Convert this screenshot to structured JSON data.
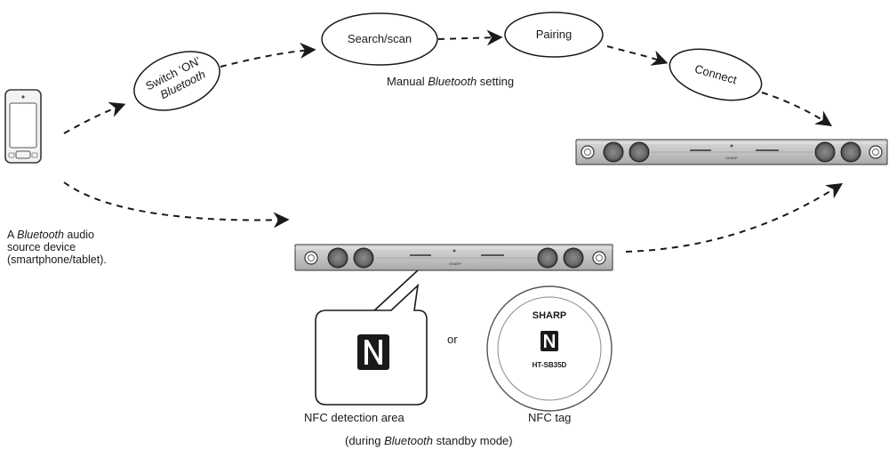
{
  "flow": {
    "steps": [
      {
        "line1": "Switch ‘ON’",
        "line2": "Bluetooth"
      },
      {
        "label": "Search/scan"
      },
      {
        "label": "Pairing"
      },
      {
        "label": "Connect"
      }
    ],
    "manual_caption": {
      "pre": "Manual ",
      "italic": "Bluetooth",
      "post": " setting"
    }
  },
  "source_device": {
    "line1_pre": "A ",
    "line1_italic": "Bluetooth",
    "line1_post": " audio",
    "line2": "source device",
    "line3": "(smartphone/tablet)."
  },
  "soundbar": {
    "brand": "SHARP"
  },
  "nfc": {
    "detection_label": "NFC detection area",
    "or_text": "or",
    "tag_label": "NFC tag",
    "tag_brand": "SHARP",
    "tag_model": "HT-SB35D",
    "standby_pre": "(during ",
    "standby_italic": "Bluetooth",
    "standby_post": " standby mode)"
  }
}
